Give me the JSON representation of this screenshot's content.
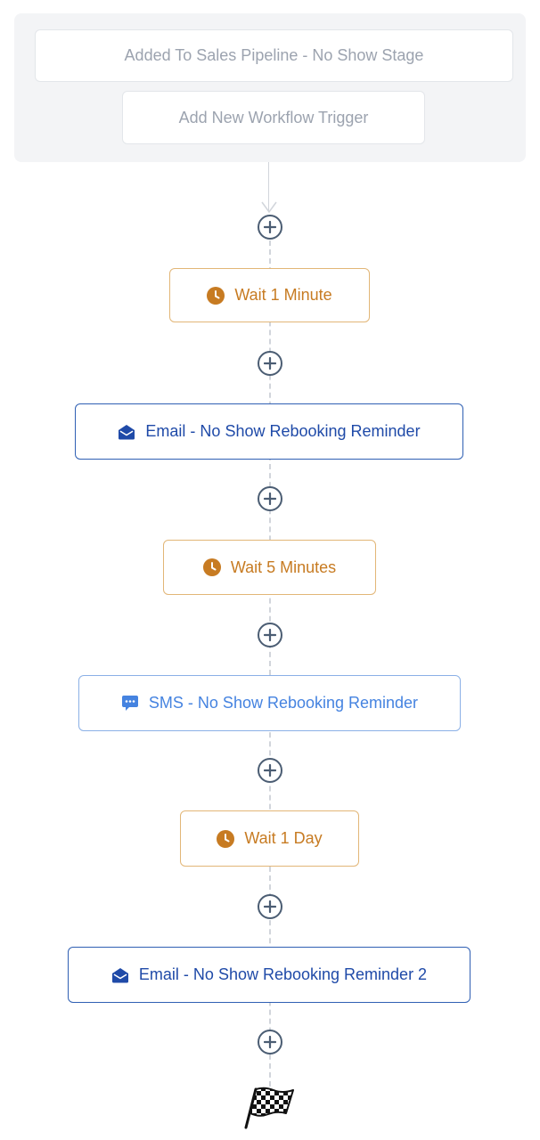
{
  "triggers": {
    "current": "Added To Sales Pipeline - No Show Stage",
    "add_new": "Add New Workflow Trigger"
  },
  "steps": [
    {
      "type": "wait",
      "icon": "clock-icon",
      "label": "Wait 1 Minute"
    },
    {
      "type": "email",
      "icon": "envelope-icon",
      "label": "Email - No Show Rebooking Reminder"
    },
    {
      "type": "wait",
      "icon": "clock-icon",
      "label": "Wait 5 Minutes"
    },
    {
      "type": "sms",
      "icon": "chat-bubble-icon",
      "label": "SMS - No Show Rebooking Reminder"
    },
    {
      "type": "wait",
      "icon": "clock-icon",
      "label": "Wait 1 Day"
    },
    {
      "type": "email",
      "icon": "envelope-icon",
      "label": "Email - No Show Rebooking Reminder 2"
    }
  ],
  "end_marker": {
    "icon": "checkered-flag-icon"
  },
  "colors": {
    "wait": "#c77b22",
    "wait_border": "#e2b677",
    "email": "#1f4aa8",
    "sms": "#4583e0",
    "add_button": "#4b5d73",
    "trigger_text": "#9ca3af",
    "panel_background": "#f3f4f6"
  }
}
